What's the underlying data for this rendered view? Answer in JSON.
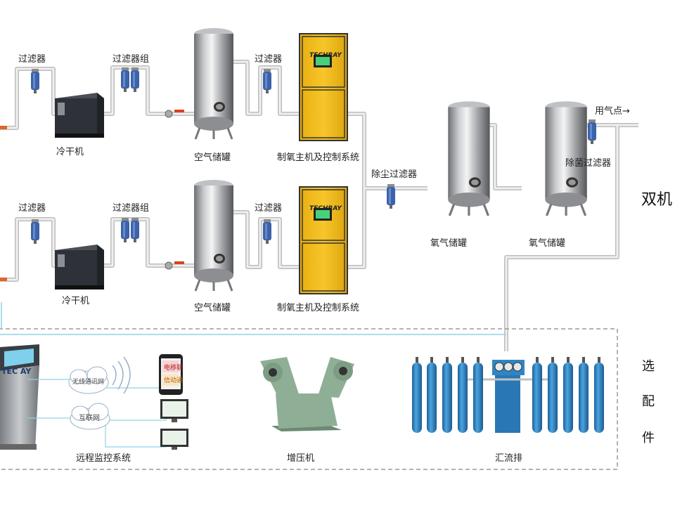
{
  "labels": {
    "filter": "过滤器",
    "filter_group": "过滤器组",
    "dryer": "冷干机",
    "air_tank": "空气储罐",
    "oxygen_host": "制氧主机及控制系统",
    "dust_filter": "除尘过滤器",
    "oxygen_tank": "氧气储罐",
    "sterile_filter": "除菌过滤器",
    "use_point": "用气点→",
    "dual": "双机",
    "optional_1": "选",
    "optional_2": "配",
    "optional_3": "件",
    "remote": "远程监控系统",
    "booster": "增压机",
    "manifold": "汇流排",
    "wireless": "无线通讯网",
    "internet": "互联网",
    "brand": "TECHRAY",
    "kiosk_brand": "TEC AY",
    "phone_text_1": "电移联",
    "phone_text_2": "信动通"
  },
  "colors": {
    "pipe": "#e6e6e6",
    "pipe_edge": "#9a9a9a",
    "host_yellow": "#f4be1c",
    "cylinder_blue": "#2f86c4",
    "filter_blue": "#3c62a8",
    "dryer_dark": "#2e3238",
    "booster_green": "#8fae96",
    "link_cyan": "#8fd2e6"
  }
}
